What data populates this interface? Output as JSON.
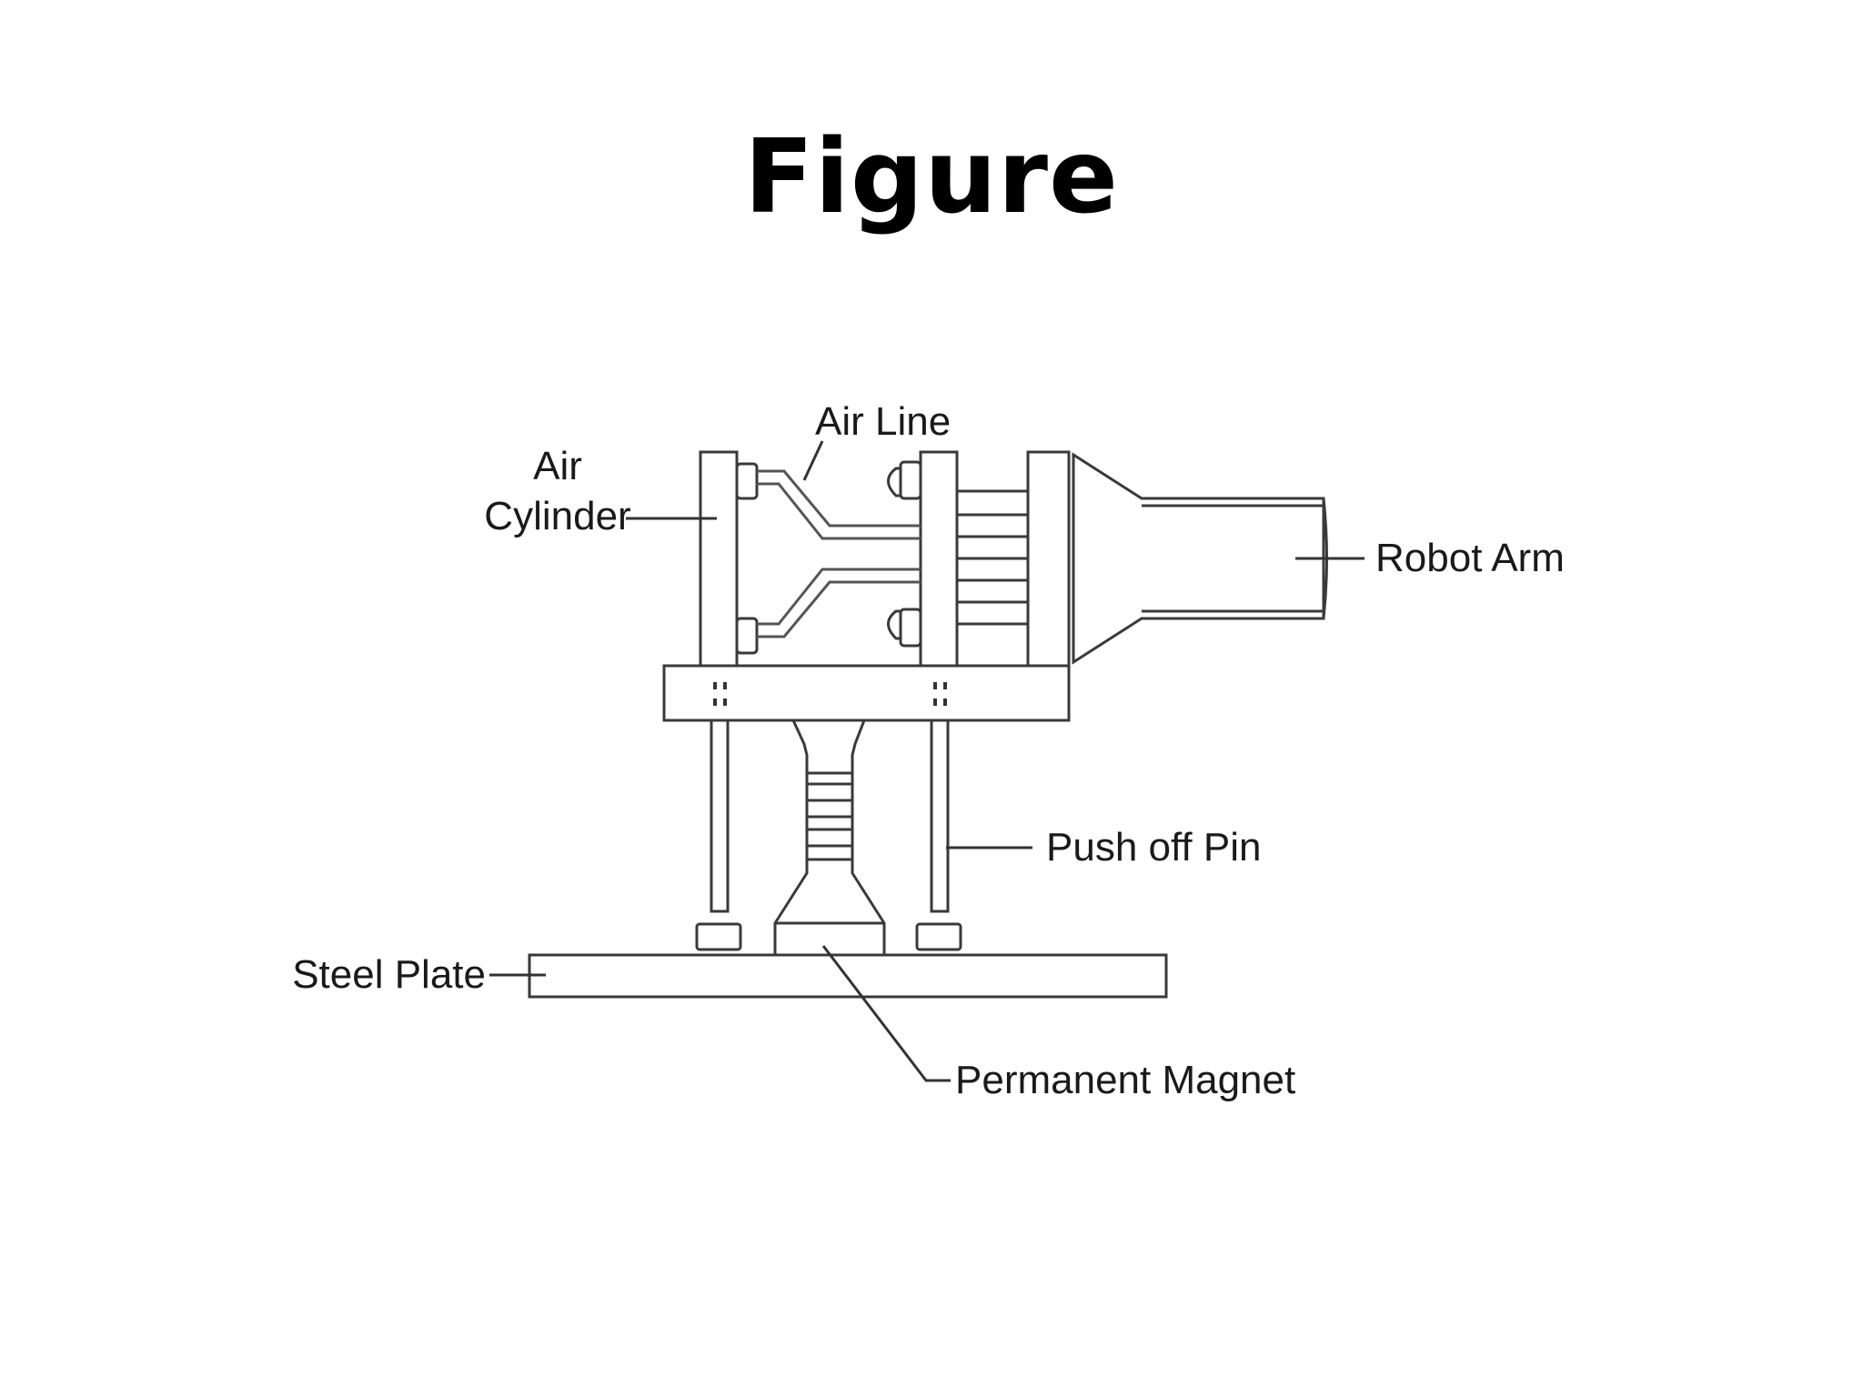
{
  "slide": {
    "title": "Figure"
  },
  "diagram": {
    "labels": {
      "air_line": "Air Line",
      "air_cylinder_line1": "Air",
      "air_cylinder_line2": "Cylinder",
      "robot_arm": "Robot Arm",
      "push_off_pin": "Push off Pin",
      "steel_plate": "Steel Plate",
      "permanent_magnet": "Permanent Magnet"
    },
    "colors": {
      "line": "#3a3a3a",
      "background": "#ffffff"
    }
  }
}
